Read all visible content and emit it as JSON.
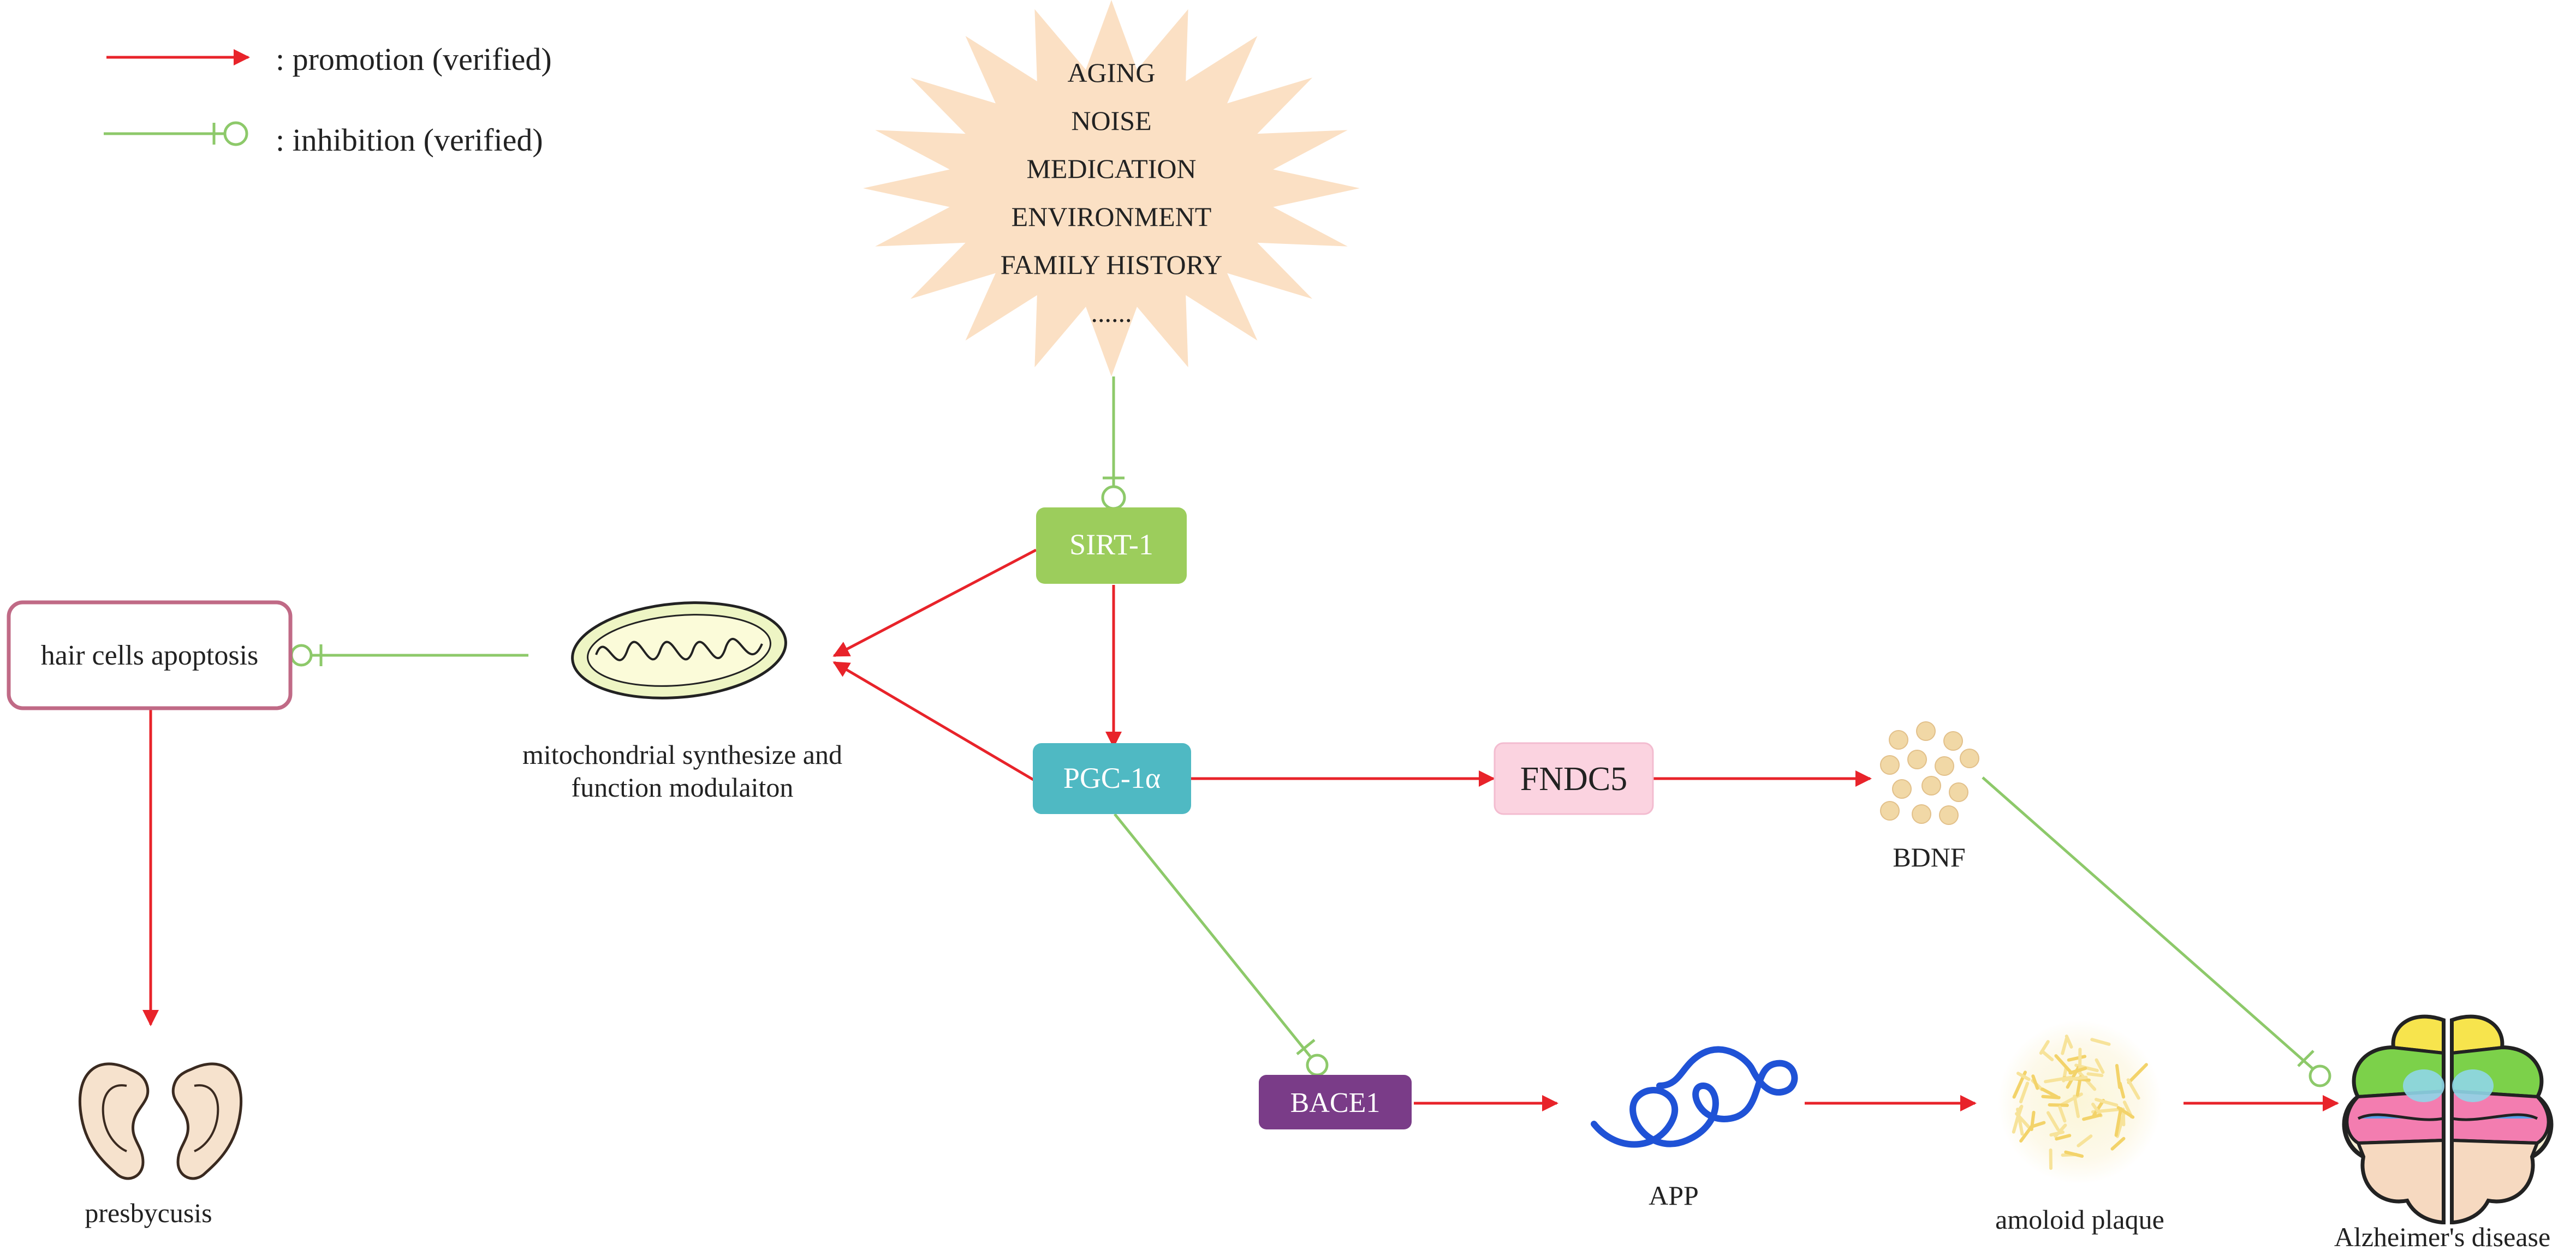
{
  "legend": {
    "promotion_label": ": promotion (verified)",
    "inhibition_label": ": inhibition (verified)"
  },
  "risk_factors": {
    "items": [
      "AGING",
      "NOISE",
      "MEDICATION",
      "ENVIRONMENT",
      "FAMILY HISTORY",
      "......"
    ]
  },
  "nodes": {
    "sirt1": "SIRT-1",
    "pgc1a": "PGC-1α",
    "fndc5": "FNDC5",
    "bace1": "BACE1",
    "hair_cells": "hair cells apoptosis",
    "mito_line1": "mitochondrial synthesize and",
    "mito_line2": "function modulaiton",
    "bdnf": "BDNF",
    "presbycusis": "presbycusis",
    "app": "APP",
    "plaque": "amoloid plaque",
    "alzheimers": "Alzheimer's disease"
  },
  "colors": {
    "promotion": "#e8232a",
    "inhibition": "#8dc96a",
    "sirt1": "#9ccd5c",
    "pgc1a": "#4fb9c3",
    "fndc5": "#fbd3e0",
    "bace1": "#7a3c88",
    "hair_border": "#c06a86",
    "star": "#fbe0c4"
  }
}
